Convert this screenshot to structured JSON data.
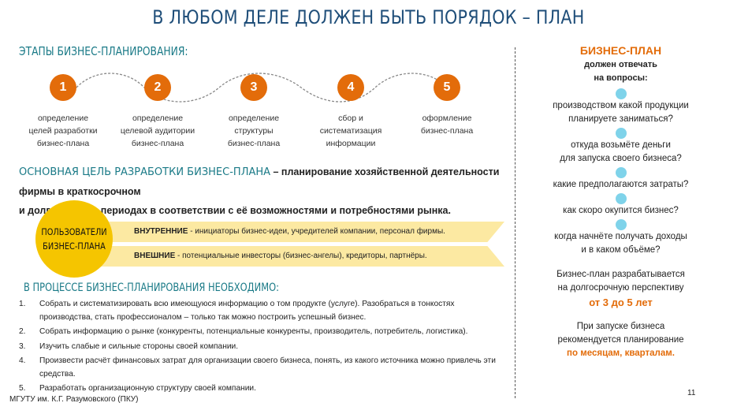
{
  "title": "В ЛЮБОМ ДЕЛЕ ДОЛЖЕН БЫТЬ ПОРЯДОК – ПЛАН",
  "stages": {
    "heading": "ЭТАПЫ БИЗНЕС-ПЛАНИРОВАНИЯ:",
    "items": [
      {
        "num": "1",
        "line1": "определение",
        "line2": "целей разработки",
        "line3": "бизнес-плана"
      },
      {
        "num": "2",
        "line1": "определение",
        "line2": "целевой аудитории",
        "line3": "бизнес-плана"
      },
      {
        "num": "3",
        "line1": "определение",
        "line2": "структуры",
        "line3": "бизнес-плана"
      },
      {
        "num": "4",
        "line1": "сбор и",
        "line2": "систематизация",
        "line3": "информации"
      },
      {
        "num": "5",
        "line1": "оформление",
        "line2": "бизнес-плана",
        "line3": ""
      }
    ]
  },
  "goal": {
    "heading": "ОСНОВНАЯ ЦЕЛЬ РАЗРАБОТКИ БИЗНЕС-ПЛАНА",
    "text_inline": " – планирование хозяйственной деятельности фирмы в краткосрочном",
    "text_line2": "и долгосрочном периодах в соответствии с её возможностями и потребностями рынка."
  },
  "users": {
    "line1": "ПОЛЬЗОВАТЕЛИ",
    "line2": "БИЗНЕС-ПЛАНА",
    "internal_label": "ВНУТРЕННИЕ",
    "internal_text": " - инициаторы бизнес-идеи, учредителей компании, персонал фирмы.",
    "external_label": "ВНЕШНИЕ",
    "external_text": " - потенциальные инвесторы (бизнес-ангелы), кредиторы, партнёры."
  },
  "process": {
    "heading": "В ПРОЦЕССЕ БИЗНЕС-ПЛАНИРОВАНИЯ  НЕОБХОДИМО:",
    "items": [
      {
        "num": "1.",
        "text": "Собрать и систематизировать всю имеющуюся информацию о том продукте (услуге). Разобраться в тонкостях производства, стать профессионалом – только так можно построить успешный бизнес."
      },
      {
        "num": "2.",
        "text": "Собрать информацию о рынке (конкуренты, потенциальные конкуренты, производитель, потребитель, логистика)."
      },
      {
        "num": "3.",
        "text": "Изучить слабые и сильные стороны своей компании."
      },
      {
        "num": "4.",
        "text": "Произвести расчёт финансовых затрат для организации своего бизнеса, понять, из какого источника можно привлечь эти средства."
      },
      {
        "num": "5.",
        "text": "Разработать организационную структуру своей компании."
      }
    ]
  },
  "footer": "МГУТУ им. К.Г. Разумовского (ПКУ)",
  "page_number": "11",
  "right": {
    "title": "БИЗНЕС-ПЛАН",
    "sub1": "должен отвечать",
    "sub2": "на вопросы:",
    "questions": [
      {
        "l1": "производством какой продукции",
        "l2": "планируете заниматься?"
      },
      {
        "l1": "откуда возьмёте деньги",
        "l2": "для запуска своего бизнеса?"
      },
      {
        "l1": "какие предполагаются затраты?",
        "l2": ""
      },
      {
        "l1": "как скоро окупится бизнес?",
        "l2": ""
      },
      {
        "l1": "когда начнёте получать доходы",
        "l2": "и в каком объёме?"
      }
    ],
    "plan1": "Бизнес-план разрабатывается",
    "plan2": "на долгосрочную перспективу",
    "plan_period": "от 3 до 5 лет",
    "start1": "При запуске бизнеса",
    "start2": "рекомендуется планирование",
    "start_period": "по месяцам, кварталам."
  },
  "colors": {
    "accent": "#e36c0a",
    "teal": "#1a7a87",
    "title": "#1f4e79",
    "yellow": "#f5c500",
    "band": "#fce9a2",
    "dot": "#7fd3ea"
  }
}
